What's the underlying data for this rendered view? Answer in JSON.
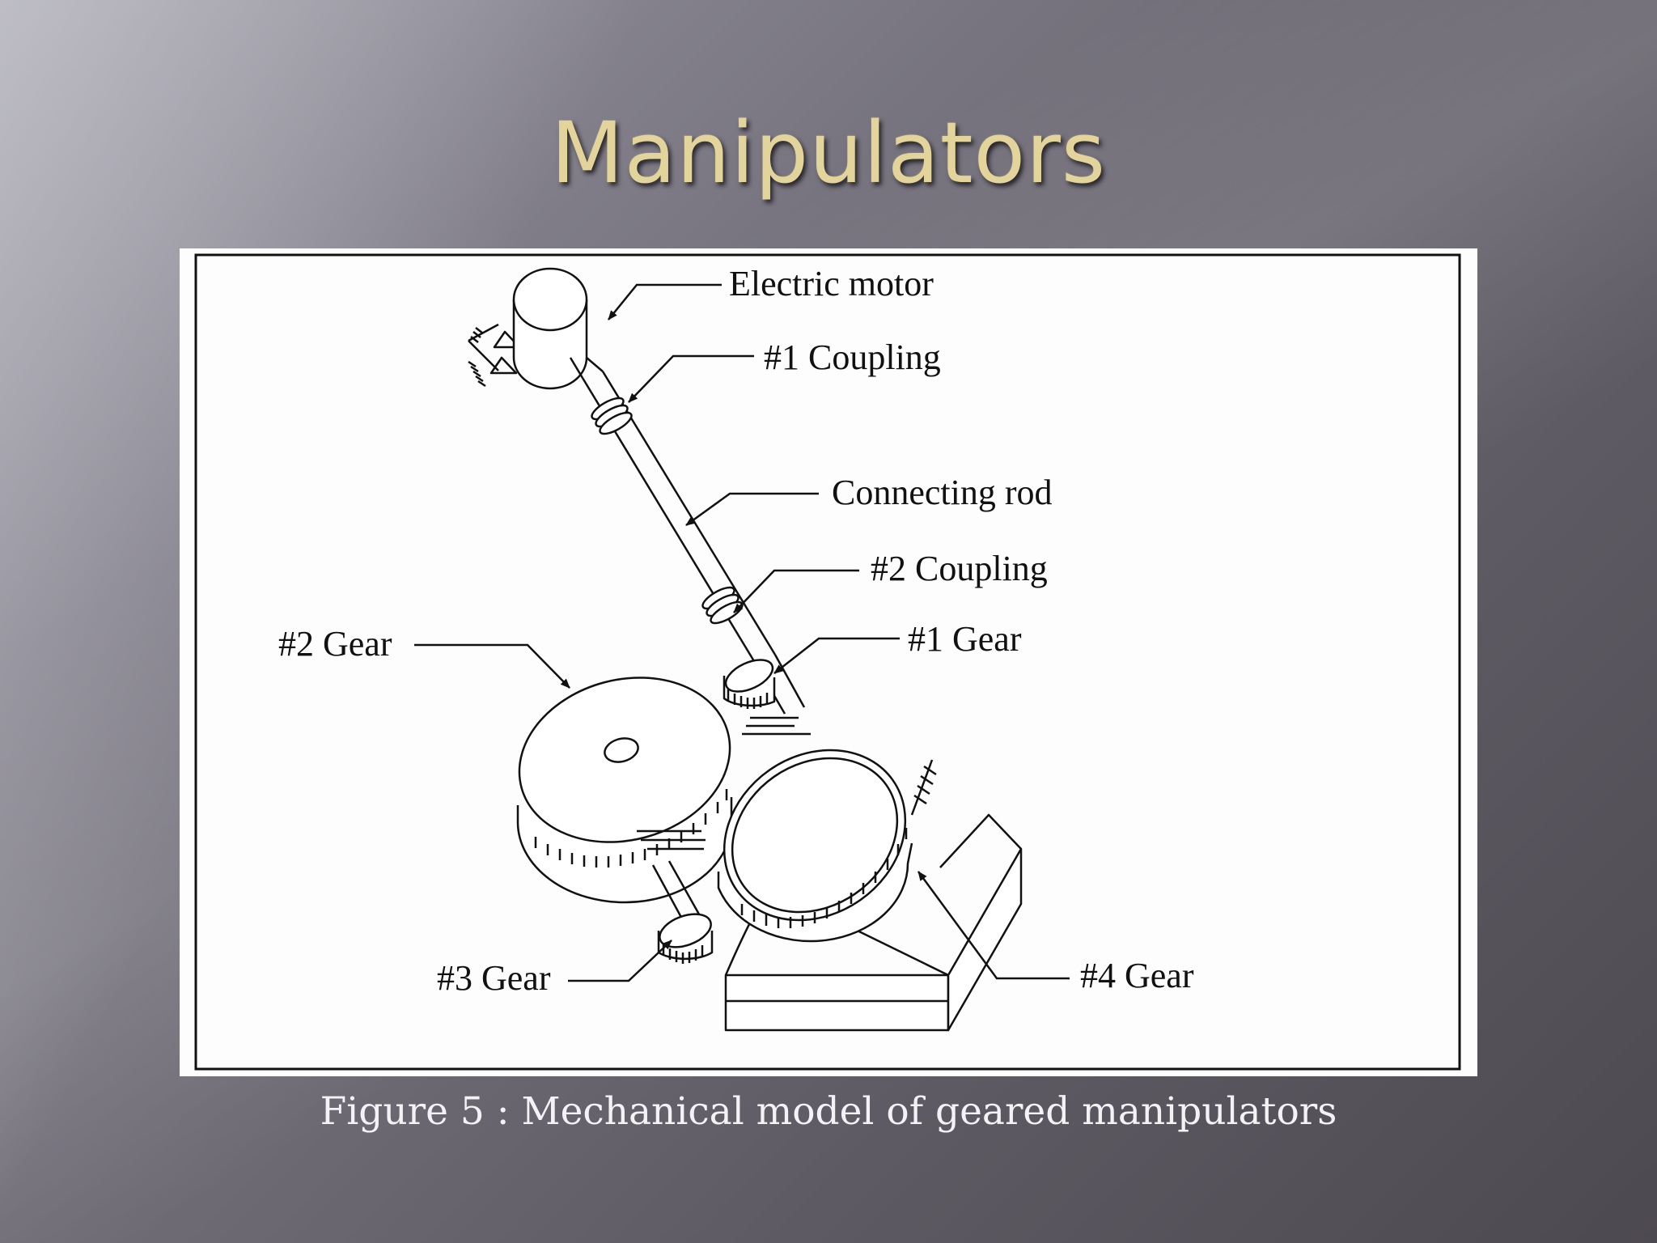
{
  "slide": {
    "title": "Manipulators",
    "caption": "Figure 5 : Mechanical model of geared manipulators"
  },
  "diagram": {
    "labels": {
      "electric_motor": "Electric motor",
      "coupling_1": "#1 Coupling",
      "connecting_rod": "Connecting rod",
      "coupling_2": "#2 Coupling",
      "gear_1": "#1 Gear",
      "gear_2": "#2 Gear",
      "gear_3": "#3 Gear",
      "gear_4": "#4 Gear"
    }
  },
  "colors": {
    "title": "#e2d49a",
    "caption": "#f4f2f5",
    "panel": "#fdfdfd",
    "line": "#111111"
  }
}
